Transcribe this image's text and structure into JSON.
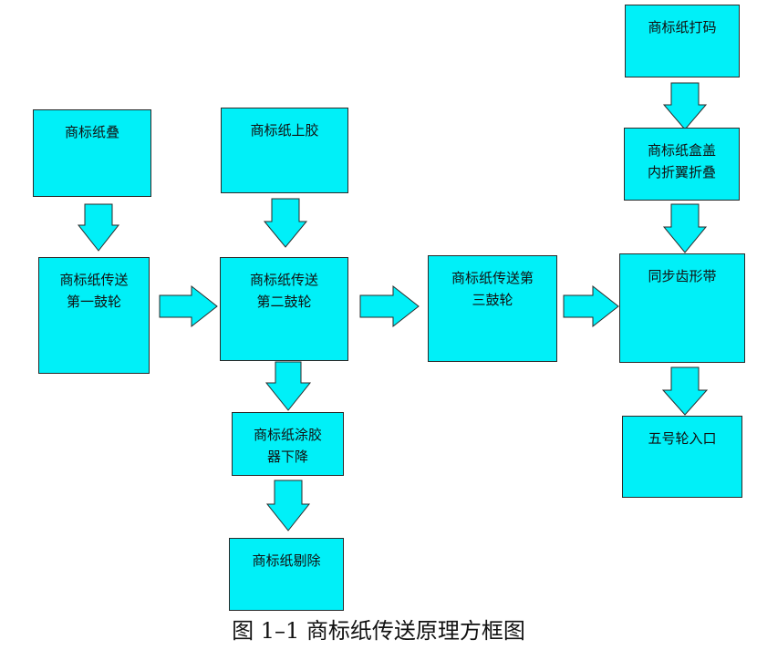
{
  "nodes": [
    {
      "id": "n1",
      "label": "商标纸叠"
    },
    {
      "id": "n2",
      "label": "商标纸上胶"
    },
    {
      "id": "n3",
      "label": "商标纸打码"
    },
    {
      "id": "n4",
      "label": "商标纸盒盖\n内折翼折叠"
    },
    {
      "id": "n5",
      "label": "商标纸传送\n第一鼓轮"
    },
    {
      "id": "n6",
      "label": "商标纸传送\n第二鼓轮"
    },
    {
      "id": "n7",
      "label": "商标纸传送第\n三鼓轮"
    },
    {
      "id": "n8",
      "label": "同步齿形带"
    },
    {
      "id": "n9",
      "label": "商标纸涂胶\n器下降"
    },
    {
      "id": "n10",
      "label": "五号轮入口"
    },
    {
      "id": "n11",
      "label": "商标纸剔除"
    }
  ],
  "edges": [
    {
      "from": "n1",
      "to": "n5"
    },
    {
      "from": "n2",
      "to": "n6"
    },
    {
      "from": "n3",
      "to": "n4"
    },
    {
      "from": "n4",
      "to": "n8"
    },
    {
      "from": "n5",
      "to": "n6"
    },
    {
      "from": "n6",
      "to": "n7"
    },
    {
      "from": "n7",
      "to": "n8"
    },
    {
      "from": "n6",
      "to": "n9"
    },
    {
      "from": "n8",
      "to": "n10"
    },
    {
      "from": "n9",
      "to": "n11"
    }
  ],
  "caption": "图 1–1 商标纸传送原理方框图",
  "colors": {
    "box": "#00F0F8",
    "arrow": "#00F0F8",
    "border": "#2a2a2a"
  }
}
